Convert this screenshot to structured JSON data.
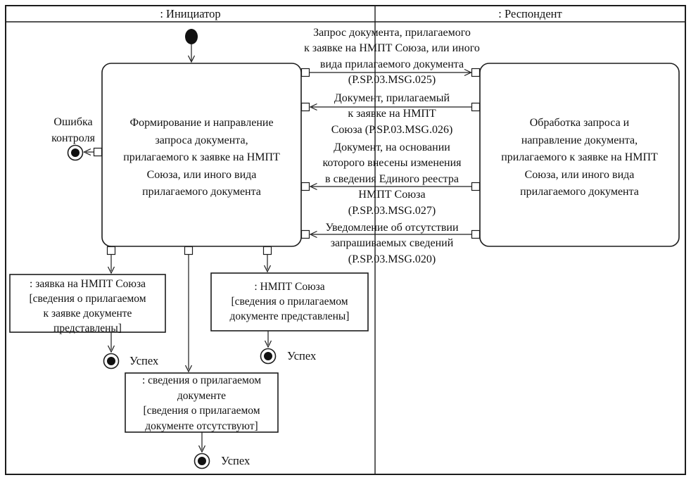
{
  "diagram_title": "Activity diagram: запрос документа, прилагаемого к заявке на НМПТ Союза",
  "colors": {
    "line": "#1c1c1c",
    "background": "#ffffff",
    "text": "#111111"
  },
  "lanes": {
    "initiator": ": Инициатор",
    "respondent": ": Респондент"
  },
  "activities": {
    "initiator": "Формирование и направление\nзапроса документа,\nприлагаемого к заявке на НМПТ\nСоюза, или иного вида\nприлагаемого документа",
    "respondent": "Обработка запроса и\nнаправление документа,\nприлагаемого к заявке на НМПТ\nСоюза, или иного вида\nприлагаемого документа"
  },
  "messages": [
    {
      "direction": "initiator-to-respondent",
      "label": "Запрос документа, прилагаемого\nк заявке на НМПТ Союза, или иного\nвида прилагаемого документа\n(P.SP.03.MSG.025)"
    },
    {
      "direction": "respondent-to-initiator",
      "label": "Документ, прилагаемый\nк заявке на НМПТ\nСоюза (P.SP.03.MSG.026)"
    },
    {
      "direction": "respondent-to-initiator",
      "label": "Документ, на основании\nкоторого внесены изменения\nв сведения Единого реестра\nНМПТ Союза\n(P.SP.03.MSG.027)"
    },
    {
      "direction": "respondent-to-initiator",
      "label": "Уведомление об отсутствии\nзапрашиваемых сведений\n(P.SP.03.MSG.020)"
    }
  ],
  "objects": [
    {
      "label": ": заявка на НМПТ Союза\n[сведения о прилагаемом\nк заявке документе\nпредставлены]"
    },
    {
      "label": ": НМПТ Союза\n[сведения о прилагаемом\nдокументе представлены]"
    },
    {
      "label": ": сведения о прилагаемом\nдокументе\n[сведения о прилагаемом\nдокументе отсутствуют]"
    }
  ],
  "terminals": {
    "error_label": "Ошибка\nконтроля",
    "success_label": "Успех"
  }
}
